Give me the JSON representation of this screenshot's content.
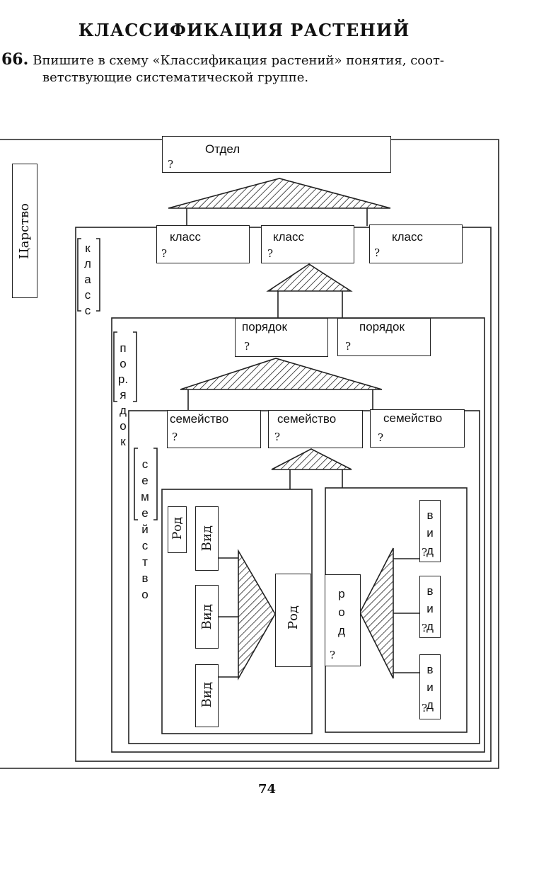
{
  "heading": {
    "title": "КЛАССИФИКАЦИЯ РАСТЕНИЙ",
    "task_number": "66.",
    "task_line1": "Впишите в схему «Классификация растений» понятия, соот-",
    "task_line2": "ветствующие систематической группе."
  },
  "diagram": {
    "kingdom": "Царство",
    "division": {
      "label": "Отдел",
      "mark": "?"
    },
    "classes": [
      {
        "label": "класс",
        "mark": "?"
      },
      {
        "label": "класс",
        "mark": "?"
      },
      {
        "label": "класс",
        "mark": "?"
      }
    ],
    "class_side": [
      "к",
      "л",
      "а",
      "с",
      "с"
    ],
    "orders": [
      {
        "label": "порядок",
        "mark": "?"
      },
      {
        "label": "порядок",
        "mark": "?"
      }
    ],
    "order_side": [
      "п",
      "о",
      "р.",
      "я",
      "д",
      "о",
      "к"
    ],
    "families": [
      {
        "label": "семейство",
        "mark": "?"
      },
      {
        "label": "семейство",
        "mark": "?"
      },
      {
        "label": "семейство",
        "mark": "?"
      }
    ],
    "family_side": [
      "с",
      "е",
      "м",
      "е",
      "й",
      "с",
      "т",
      "в",
      "о"
    ],
    "left_genus": {
      "genus": "Род",
      "species": [
        "Вид",
        "Вид",
        "Вид"
      ],
      "center": "Род"
    },
    "right_genus": {
      "center": [
        "р",
        "о",
        "д"
      ],
      "species": [
        [
          "в",
          "и",
          "д"
        ],
        [
          "в",
          "и",
          "д"
        ],
        [
          "в",
          "и",
          "д"
        ]
      ],
      "mark": "?"
    }
  },
  "footer": {
    "page_number": "74"
  }
}
